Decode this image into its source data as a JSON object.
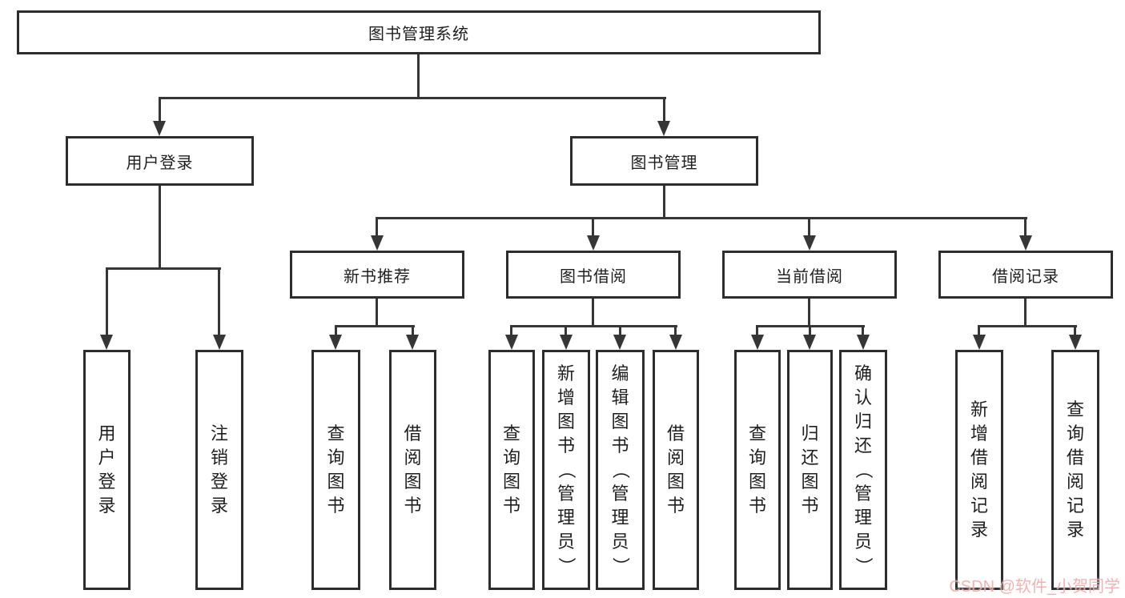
{
  "colors": {
    "line": "#363636",
    "border": "#2d2d2d",
    "text": "#1f1f1f",
    "watermark": "#f0aaaa",
    "background": "#ffffff"
  },
  "tree": {
    "root": {
      "label": "图书管理系统"
    },
    "user_login": {
      "label": "用户登录",
      "leaves": [
        {
          "label": "用户登录"
        },
        {
          "label": "注销登录"
        }
      ]
    },
    "book_mgmt": {
      "label": "图书管理",
      "sections": [
        {
          "label": "新书推荐",
          "leaves": [
            {
              "label": "查询图书"
            },
            {
              "label": "借阅图书"
            }
          ]
        },
        {
          "label": "图书借阅",
          "leaves": [
            {
              "label": "查询图书"
            },
            {
              "label": "新增图书（管理员）"
            },
            {
              "label": "编辑图书（管理员）"
            },
            {
              "label": "借阅图书"
            }
          ]
        },
        {
          "label": "当前借阅",
          "leaves": [
            {
              "label": "查询图书"
            },
            {
              "label": "归还图书"
            },
            {
              "label": "确认归还（管理员）"
            }
          ]
        },
        {
          "label": "借阅记录",
          "leaves": [
            {
              "label": "新增借阅记录"
            },
            {
              "label": "查询借阅记录"
            }
          ]
        }
      ]
    }
  },
  "watermark": {
    "text": "CSDN @软件_小贺同学"
  }
}
